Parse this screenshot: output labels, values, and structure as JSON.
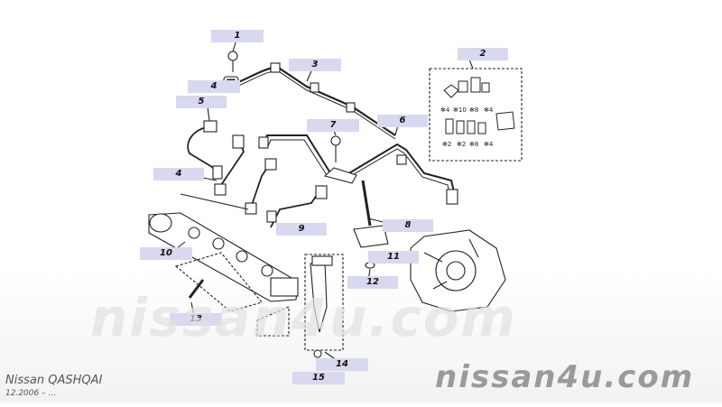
{
  "callouts": [
    {
      "id": "1",
      "label": "1"
    },
    {
      "id": "2",
      "label": "2"
    },
    {
      "id": "3",
      "label": "3"
    },
    {
      "id": "4a",
      "label": "4"
    },
    {
      "id": "5",
      "label": "5"
    },
    {
      "id": "6",
      "label": "6"
    },
    {
      "id": "7",
      "label": "7"
    },
    {
      "id": "4b",
      "label": "4"
    },
    {
      "id": "8",
      "label": "8"
    },
    {
      "id": "9",
      "label": "9"
    },
    {
      "id": "10",
      "label": "10"
    },
    {
      "id": "11",
      "label": "11"
    },
    {
      "id": "12",
      "label": "12"
    },
    {
      "id": "13",
      "label": "13"
    },
    {
      "id": "14",
      "label": "14"
    },
    {
      "id": "15",
      "label": "15"
    }
  ],
  "kit": {
    "row1": [
      "✻4",
      "✻10",
      "✻8",
      "✻4"
    ],
    "row2": [
      "✻2",
      "✻2",
      "✻8",
      "✻4"
    ]
  },
  "watermark": {
    "big": "nissan4u.com",
    "small": "nissan4u.com"
  },
  "footer": {
    "model": "Nissan QASHQAI",
    "date": "12.2006 – ..."
  }
}
